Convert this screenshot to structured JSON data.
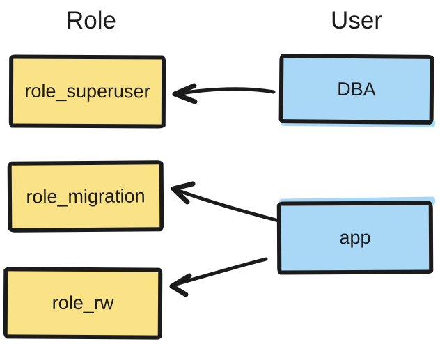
{
  "diagram": {
    "column_headers": {
      "role": "Role",
      "user": "User"
    },
    "nodes": [
      {
        "id": "role_superuser",
        "label": "role_superuser",
        "group": "role"
      },
      {
        "id": "role_migration",
        "label": "role_migration",
        "group": "role"
      },
      {
        "id": "role_rw",
        "label": "role_rw",
        "group": "role"
      },
      {
        "id": "dba",
        "label": "DBA",
        "group": "user"
      },
      {
        "id": "app",
        "label": "app",
        "group": "user"
      }
    ],
    "edges": [
      {
        "from": "DBA",
        "to": "role_superuser"
      },
      {
        "from": "app",
        "to": "role_migration"
      },
      {
        "from": "app",
        "to": "role_rw"
      }
    ],
    "colors": {
      "role_fill": "#FAE387",
      "user_fill": "#A9D8F6",
      "stroke": "#1B1B1B",
      "canvas": "#FFFFFF"
    }
  }
}
